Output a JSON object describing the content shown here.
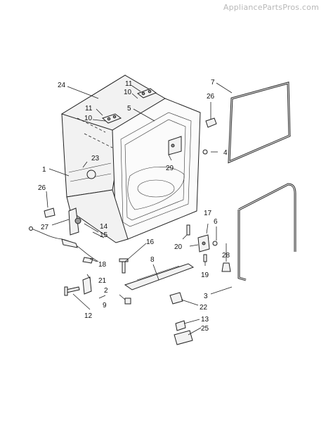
{
  "watermark": "AppliancePartsPros.com",
  "callouts": [
    {
      "id": "c1",
      "text": "1"
    },
    {
      "id": "c2",
      "text": "2"
    },
    {
      "id": "c3",
      "text": "3"
    },
    {
      "id": "c4",
      "text": "4"
    },
    {
      "id": "c5",
      "text": "5"
    },
    {
      "id": "c6",
      "text": "6"
    },
    {
      "id": "c7",
      "text": "7"
    },
    {
      "id": "c8",
      "text": "8"
    },
    {
      "id": "c9",
      "text": "9"
    },
    {
      "id": "c10a",
      "text": "10"
    },
    {
      "id": "c10b",
      "text": "10"
    },
    {
      "id": "c11a",
      "text": "11"
    },
    {
      "id": "c11b",
      "text": "11"
    },
    {
      "id": "c12",
      "text": "12"
    },
    {
      "id": "c13",
      "text": "13"
    },
    {
      "id": "c14",
      "text": "14"
    },
    {
      "id": "c15",
      "text": "15"
    },
    {
      "id": "c16",
      "text": "16"
    },
    {
      "id": "c17",
      "text": "17"
    },
    {
      "id": "c18",
      "text": "18"
    },
    {
      "id": "c19",
      "text": "19"
    },
    {
      "id": "c20",
      "text": "20"
    },
    {
      "id": "c21",
      "text": "21"
    },
    {
      "id": "c22",
      "text": "22"
    },
    {
      "id": "c23",
      "text": "23"
    },
    {
      "id": "c24",
      "text": "24"
    },
    {
      "id": "c25",
      "text": "25"
    },
    {
      "id": "c26a",
      "text": "26"
    },
    {
      "id": "c26b",
      "text": "26"
    },
    {
      "id": "c27",
      "text": "27"
    },
    {
      "id": "c28",
      "text": "28"
    },
    {
      "id": "c29",
      "text": "29"
    }
  ]
}
